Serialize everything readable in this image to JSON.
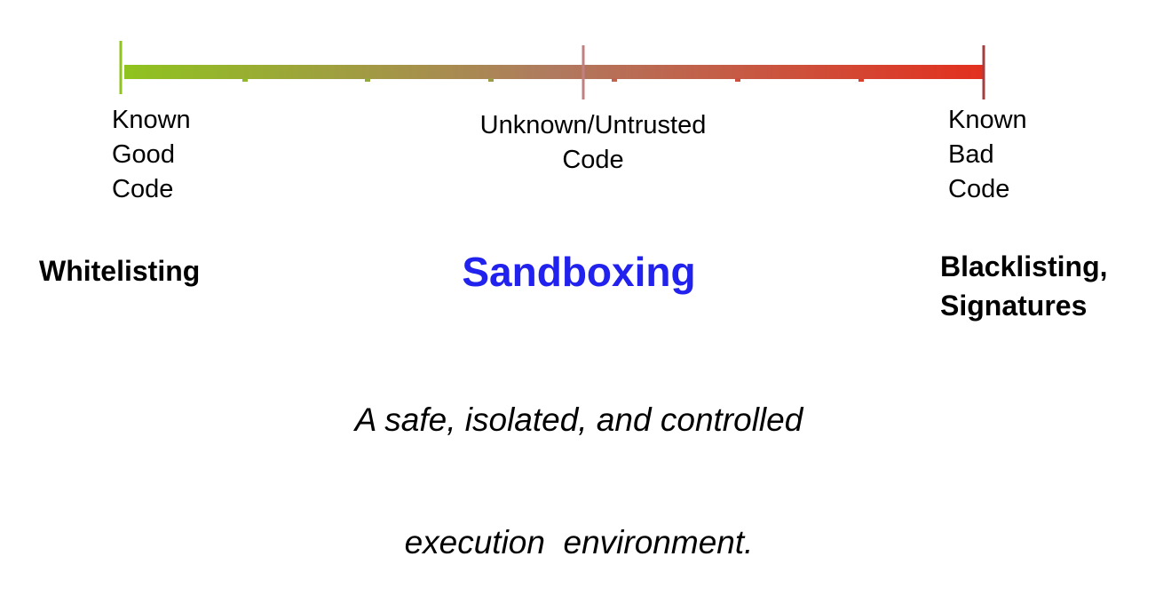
{
  "colors": {
    "good": "#8fc31f",
    "middle": "#b07a60",
    "bad": "#e3301f",
    "sandbox_accent": "#2222ee",
    "text": "#000000"
  },
  "spectrum": {
    "good_label": [
      "Known",
      "Good",
      "Code"
    ],
    "unknown_label": [
      "Unknown/Untrusted",
      "Code"
    ],
    "bad_label": [
      "Known",
      "Bad",
      "Code"
    ]
  },
  "approaches": {
    "whitelisting": "Whitelisting",
    "sandboxing": "Sandboxing",
    "blacklisting": [
      "Blacklisting,",
      "Signatures"
    ]
  },
  "description": [
    "A safe, isolated, and controlled",
    "execution  environment."
  ]
}
